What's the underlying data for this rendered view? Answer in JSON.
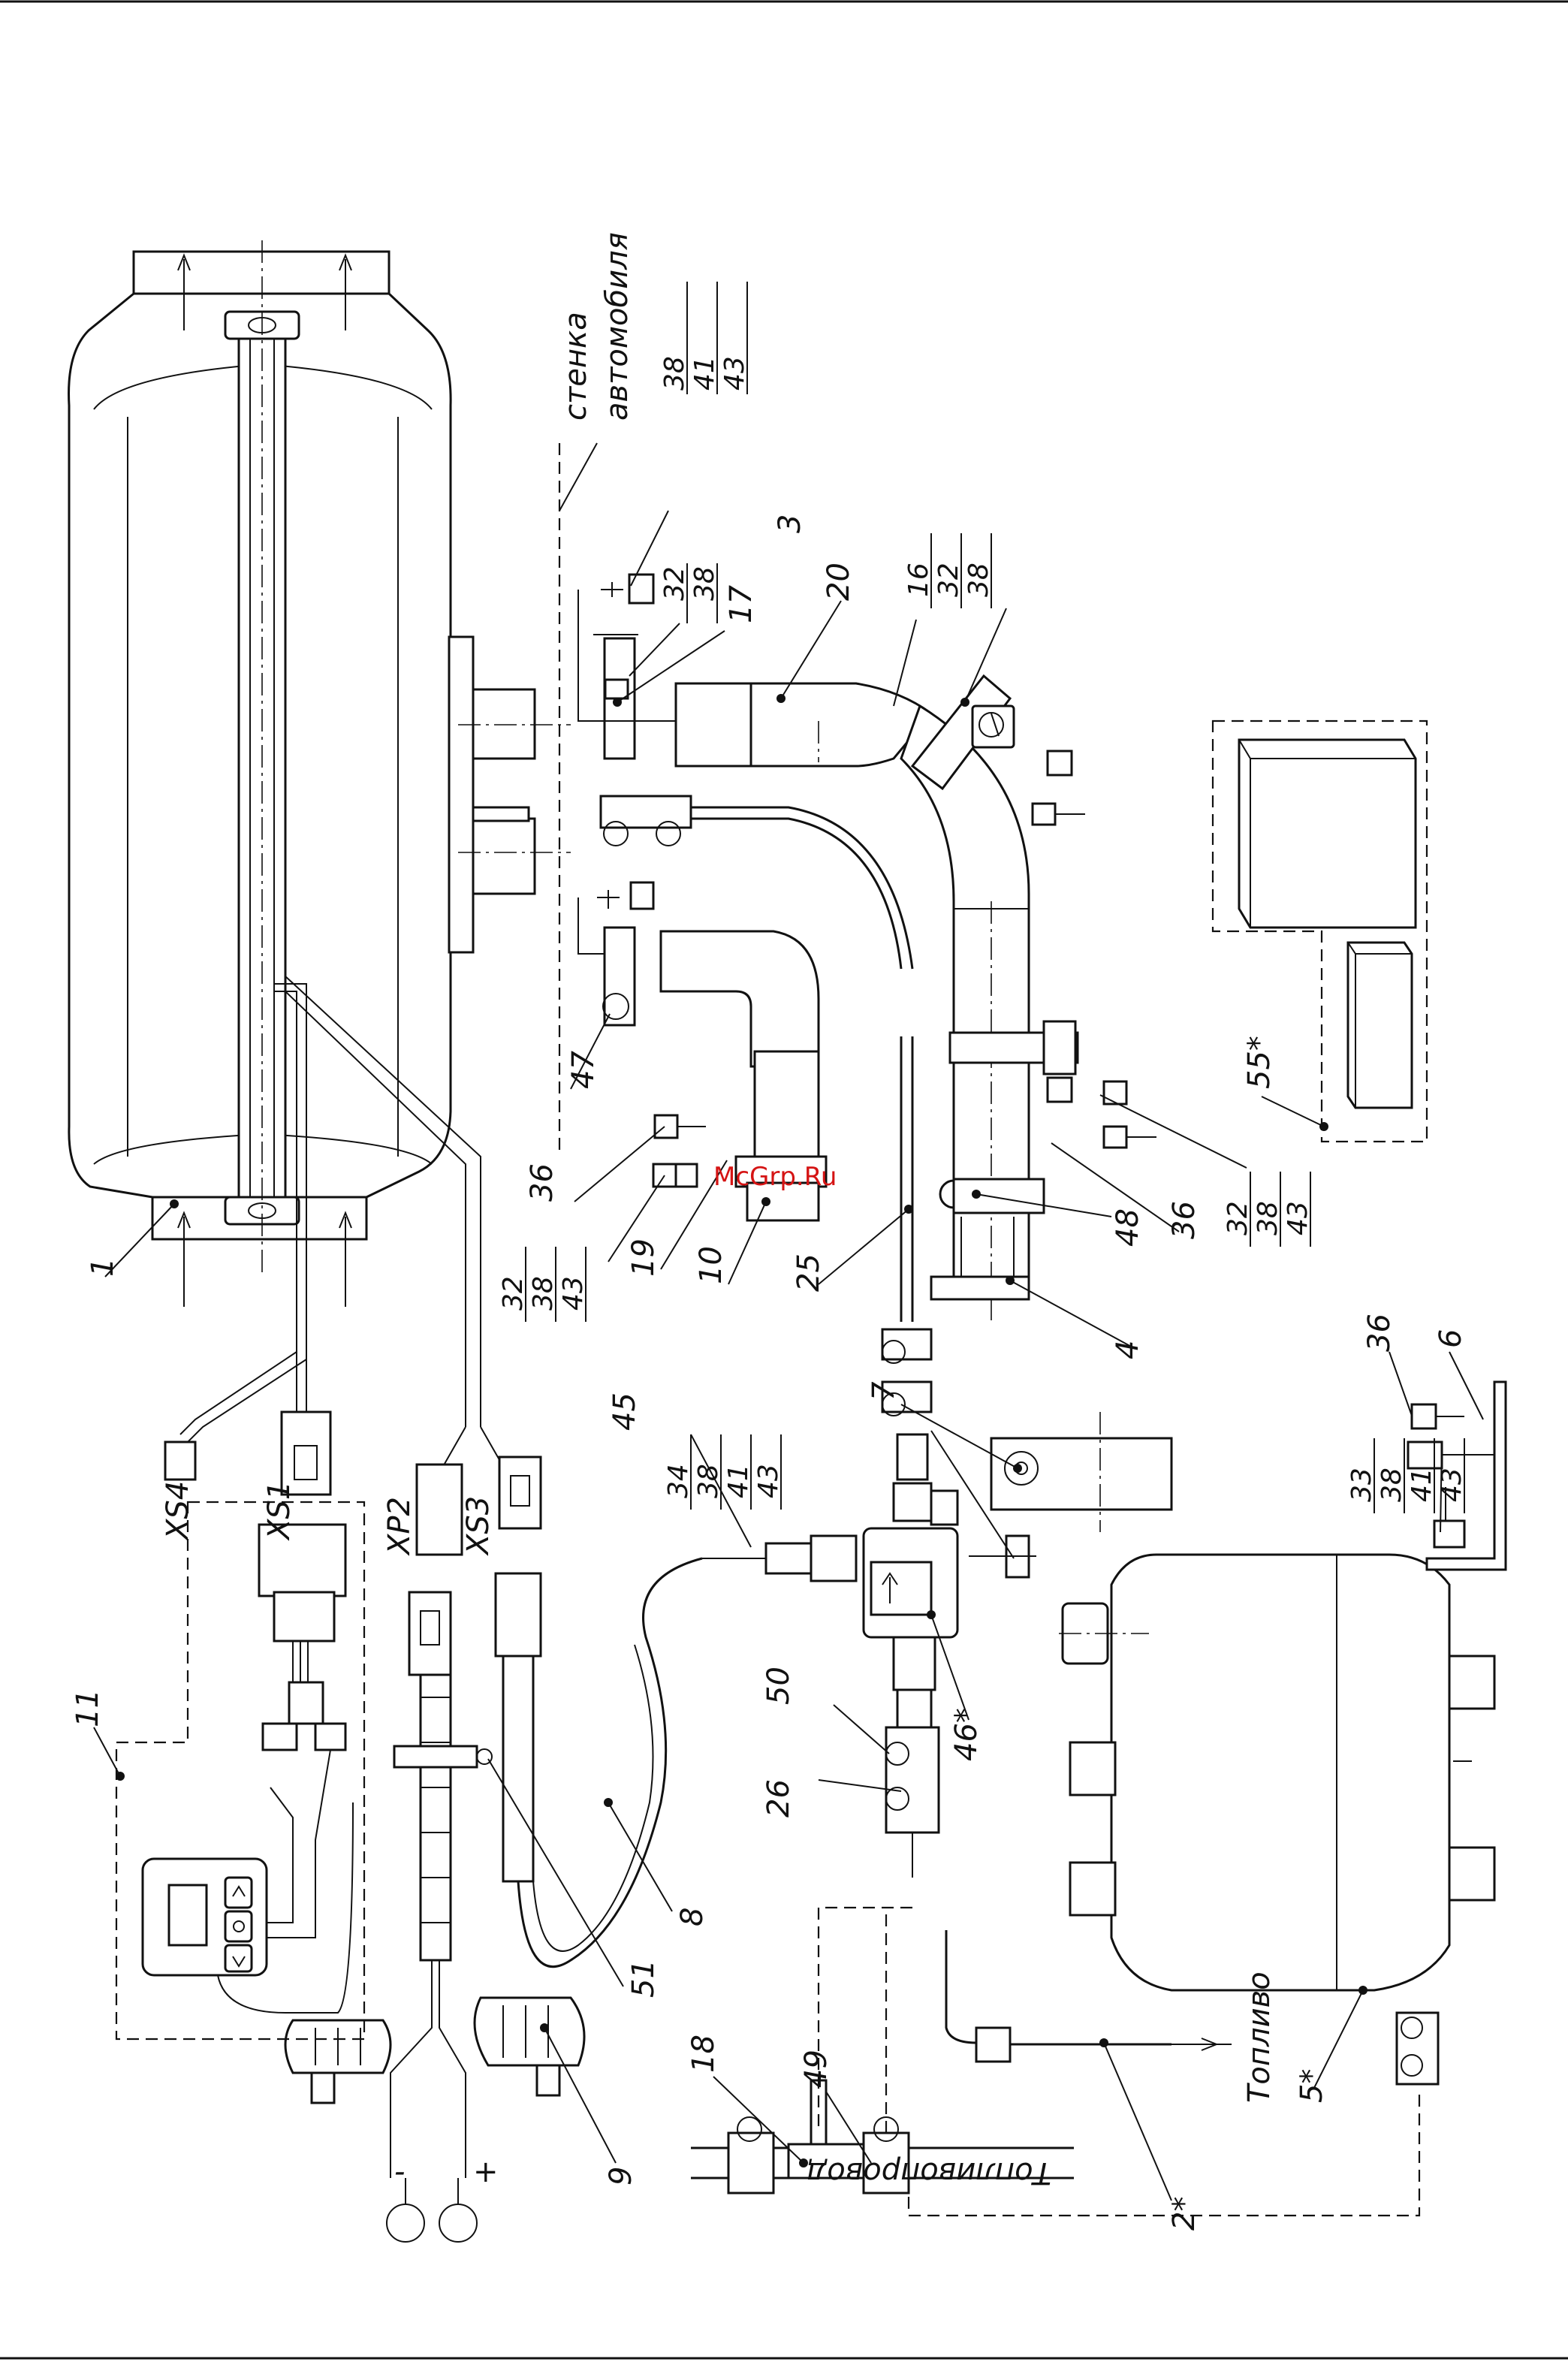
{
  "watermark": "McGrp.Ru",
  "wall_label_1": "стенка",
  "wall_label_2": "автомобиля",
  "fuel_label": "Топливо",
  "fuel_line_label": "Топливопровод",
  "polarity": {
    "minus": "-",
    "plus": "+"
  },
  "connectors": {
    "xs4": "XS4",
    "xs1": "XS1",
    "xp2": "XP2",
    "xs3": "XS3"
  },
  "callouts": {
    "c1": "1",
    "c2": "2*",
    "c3": "3",
    "c4": "4",
    "c5": "5*",
    "c6": "6",
    "c7": "7",
    "c8": "8",
    "c9": "9",
    "c10": "10",
    "c11": "11",
    "c16": "16",
    "c17": "17",
    "c18": "18",
    "c19": "19",
    "c20": "20",
    "c25": "25",
    "c26": "26",
    "c36a": "36",
    "c36b": "36",
    "c36c": "36",
    "c45": "45",
    "c46": "46*",
    "c47": "47",
    "c48": "48",
    "c49": "49",
    "c50": "50",
    "c51": "51",
    "c55": "55*"
  },
  "stacks": {
    "s_38_41_43": [
      "38",
      "41",
      "43"
    ],
    "s_32_38": [
      "32",
      "38"
    ],
    "s_16_32_38": [
      "16",
      "32",
      "38"
    ],
    "s_32_38_43_left": [
      "32",
      "38",
      "43"
    ],
    "s_32_38_43_right": [
      "32",
      "38",
      "43"
    ],
    "s_34_38_41_43": [
      "34",
      "38",
      "41",
      "43"
    ],
    "s_33_38_41_43": [
      "33",
      "38",
      "41",
      "43"
    ]
  }
}
